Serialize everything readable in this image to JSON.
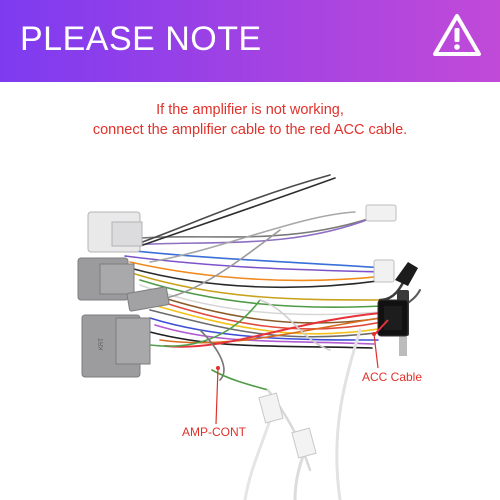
{
  "banner": {
    "title": "PLEASE NOTE",
    "icon": "warning-triangle-icon",
    "gradient_start": "#7d3bf0",
    "gradient_end": "#c14ad8"
  },
  "note": {
    "line1": "If the amplifier is not working,",
    "line2": "connect the amplifier cable to the red ACC cable.",
    "color": "#e0312a"
  },
  "labels": {
    "acc": "ACC Cable",
    "amp": "AMP-CONT"
  }
}
